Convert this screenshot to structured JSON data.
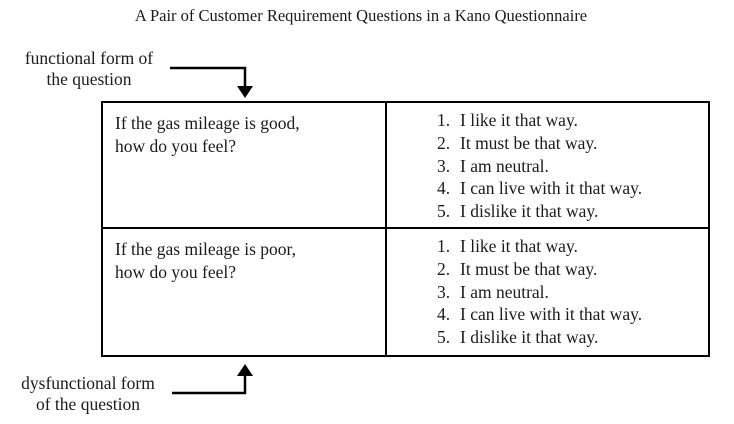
{
  "figure": {
    "title": "A Pair of Customer Requirement Questions in a Kano Questionnaire"
  },
  "callouts": {
    "functional": {
      "line1": "functional form of",
      "line2": "the question"
    },
    "dysfunctional": {
      "line1": "dysfunctional form",
      "line2": "of the question"
    }
  },
  "table": {
    "rows": [
      {
        "question_line1": "If the gas mileage is good,",
        "question_line2": "how do you feel?",
        "options": [
          {
            "num": "1.",
            "text": "I like it that way."
          },
          {
            "num": "2.",
            "text": "It must be that way."
          },
          {
            "num": "3.",
            "text": "I am neutral."
          },
          {
            "num": "4.",
            "text": "I can live with it that way."
          },
          {
            "num": "5.",
            "text": "I dislike it that way."
          }
        ]
      },
      {
        "question_line1": "If the gas mileage is poor,",
        "question_line2": "how do you feel?",
        "options": [
          {
            "num": "1.",
            "text": "I like it that way."
          },
          {
            "num": "2.",
            "text": "It must be that way."
          },
          {
            "num": "3.",
            "text": "I am neutral."
          },
          {
            "num": "4.",
            "text": "I can live with it that way."
          },
          {
            "num": "5.",
            "text": "I dislike it that way."
          }
        ]
      }
    ]
  },
  "colors": {
    "background": "#ffffff",
    "text": "#1b1b1b",
    "line": "#000000"
  }
}
